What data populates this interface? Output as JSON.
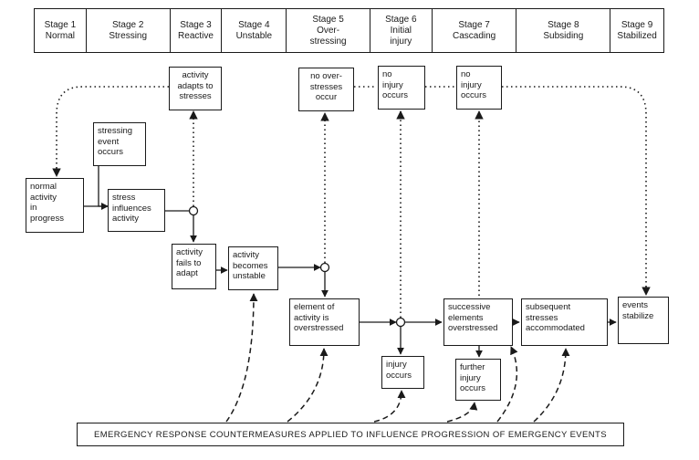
{
  "stages": [
    {
      "number": "Stage 1",
      "name": "Normal"
    },
    {
      "number": "Stage 2",
      "name": "Stressing"
    },
    {
      "number": "Stage 3",
      "name": "Reactive"
    },
    {
      "number": "Stage 4",
      "name": "Unstable"
    },
    {
      "number": "Stage 5",
      "name": "Over-\nstressing"
    },
    {
      "number": "Stage 6",
      "name": "Initial\ninjury"
    },
    {
      "number": "Stage 7",
      "name": "Cascading"
    },
    {
      "number": "Stage 8",
      "name": "Subsiding"
    },
    {
      "number": "Stage 9",
      "name": "Stabilized"
    }
  ],
  "nodes": {
    "normal_activity": "normal\nactivity\nin\nprogress",
    "stressing_event": "stressing\nevent\noccurs",
    "stress_influences": "stress\ninfluences\nactivity",
    "adapts": "activity\nadapts to\nstresses",
    "fails": "activity\nfails to\nadapt",
    "unstable": "activity\nbecomes\nunstable",
    "no_overstress": "no over-\nstresses\noccur",
    "overstressed": "element of\nactivity is\noverstressed",
    "no_injury_1": "no\ninjury\noccurs",
    "injury": "injury\noccurs",
    "no_injury_2": "no\ninjury\noccurs",
    "successive": "successive\nelements\noverstressed",
    "further_injury": "further\ninjury\noccurs",
    "subsequent": "subsequent\nstresses\naccommodated",
    "stabilize": "events\nstabilize"
  },
  "banner": "EMERGENCY RESPONSE COUNTERMEASURES APPLIED TO INFLUENCE PROGRESSION OF EMERGENCY EVENTS"
}
